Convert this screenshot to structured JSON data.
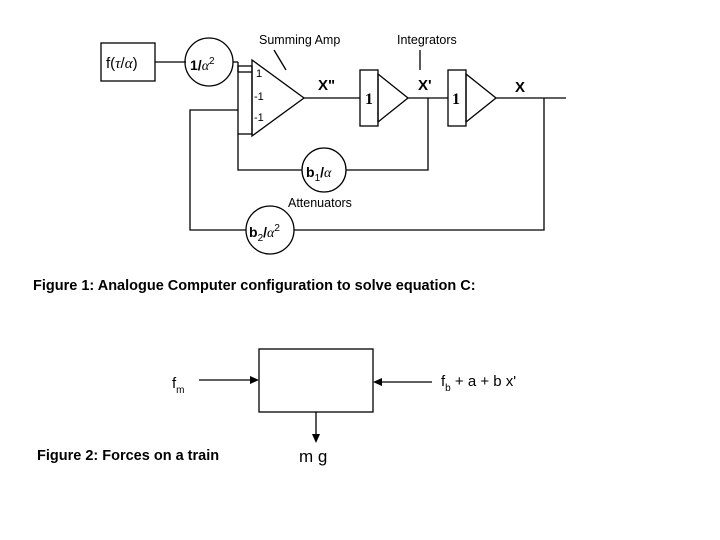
{
  "figure1": {
    "caption": "Figure 1: Analogue Computer configuration to solve equation C:",
    "labels": {
      "summing_amp": "Summing Amp",
      "integrators": "Integrators",
      "attenuators": "Attenuators"
    },
    "input_box": {
      "prefix": "f(",
      "tau": "τ",
      "slash": "/",
      "alpha": "α",
      "suffix": ")"
    },
    "pot_input": {
      "one": "1/",
      "alpha": "α",
      "exp": "2"
    },
    "pot_b1": {
      "b": "b",
      "sub": "1",
      "slash": "/",
      "alpha": "α"
    },
    "pot_b2": {
      "b": "b",
      "sub": "2",
      "slash": "/",
      "alpha": "α",
      "exp": "2"
    },
    "amp_gains": [
      "1",
      "-1",
      "-1"
    ],
    "integrator_gain_1": "1",
    "integrator_gain_2": "1",
    "signals": {
      "x_dd": "X\"",
      "x_d": "X'",
      "x": "X"
    }
  },
  "figure2": {
    "caption": "Figure 2: Forces on a train",
    "left_force": {
      "f": "f",
      "sub": "m"
    },
    "right_force": {
      "f": "f",
      "sub": "b",
      "rest": " + a + b x'"
    },
    "down_force": "m g"
  }
}
